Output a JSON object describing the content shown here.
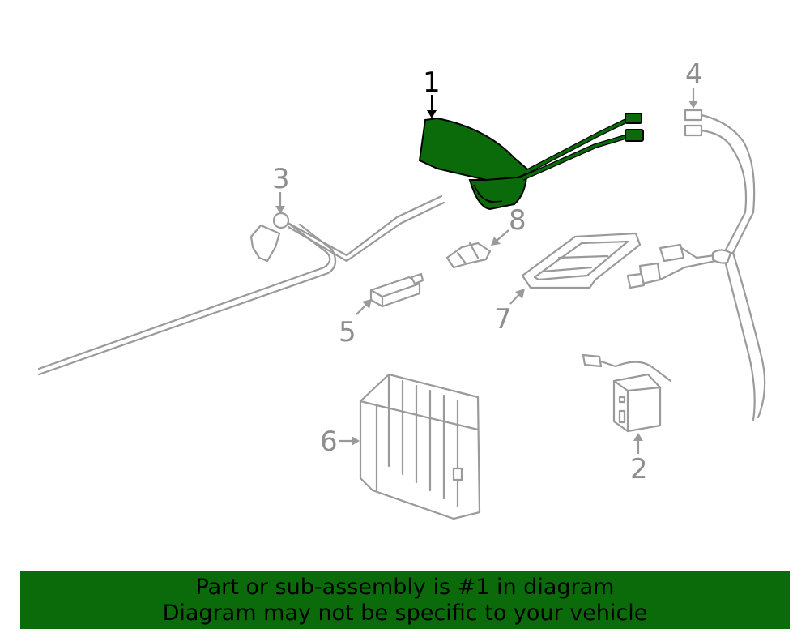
{
  "diagram": {
    "callouts": [
      "1",
      "2",
      "3",
      "4",
      "5",
      "6",
      "7",
      "8"
    ],
    "highlighted_part": "1",
    "highlight_color": "#0b6b0b",
    "line_color": "#9a9a9a"
  },
  "banner": {
    "line1": "Part or sub-assembly is #1 in diagram",
    "line2": "Diagram may not be specific to your vehicle",
    "background": "#0b6b0b"
  }
}
